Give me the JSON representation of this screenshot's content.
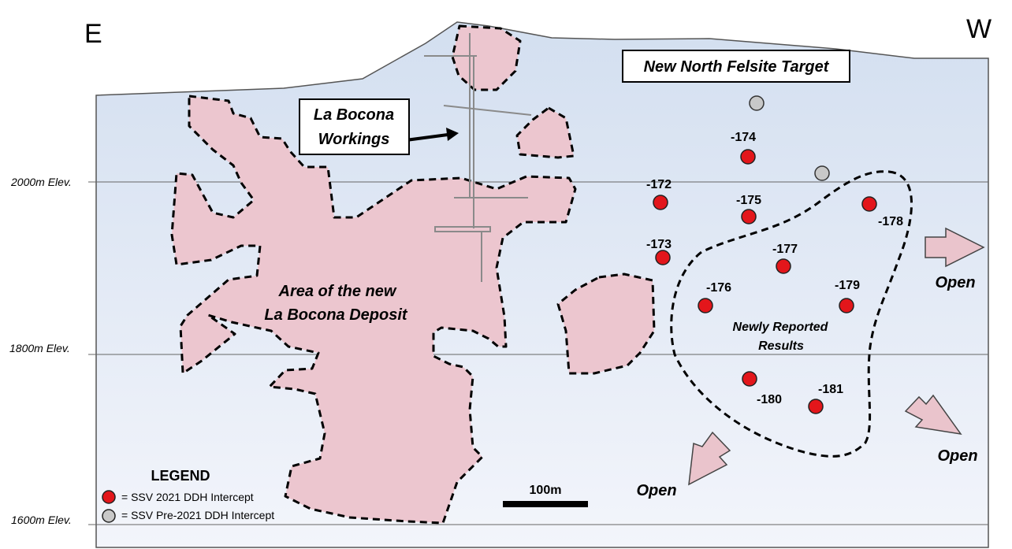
{
  "compass": {
    "east": "E",
    "west": "W"
  },
  "elevations": [
    {
      "label": "2000m Elev."
    },
    {
      "label": "1800m Elev."
    },
    {
      "label": "1600m Elev."
    }
  ],
  "callouts": {
    "workings_line1": "La Bocona",
    "workings_line2": "Workings",
    "felsite_target": "New North Felsite Target"
  },
  "deposit_label": {
    "line1": "Area of the new",
    "line2": "La Bocona Deposit"
  },
  "newly_reported": {
    "line1": "Newly Reported",
    "line2": "Results"
  },
  "drill_holes": [
    {
      "label": "-172",
      "type": "2021"
    },
    {
      "label": "-173",
      "type": "2021"
    },
    {
      "label": "-174",
      "type": "2021"
    },
    {
      "label": "-175",
      "type": "2021"
    },
    {
      "label": "-176",
      "type": "2021"
    },
    {
      "label": "-177",
      "type": "2021"
    },
    {
      "label": "-178",
      "type": "2021"
    },
    {
      "label": "-179",
      "type": "2021"
    },
    {
      "label": "-180",
      "type": "2021"
    },
    {
      "label": "-181",
      "type": "2021"
    }
  ],
  "open_labels": [
    "Open",
    "Open",
    "Open"
  ],
  "scale_bar": {
    "label": "100m"
  },
  "legend": {
    "title": "LEGEND",
    "items": [
      {
        "text": "= SSV 2021 DDH Intercept",
        "color": "#e3161b"
      },
      {
        "text": "= SSV Pre-2021 DDH Intercept",
        "color": "#c8c8c8"
      }
    ]
  },
  "colors": {
    "sky_top": "#d3dff0",
    "sky_bottom": "#f3f5fb",
    "zone_fill": "#ecc6cf",
    "red_hole": "#e3161b",
    "grey_hole": "#c8c8c8",
    "arrow_fill": "#eac4cc"
  }
}
